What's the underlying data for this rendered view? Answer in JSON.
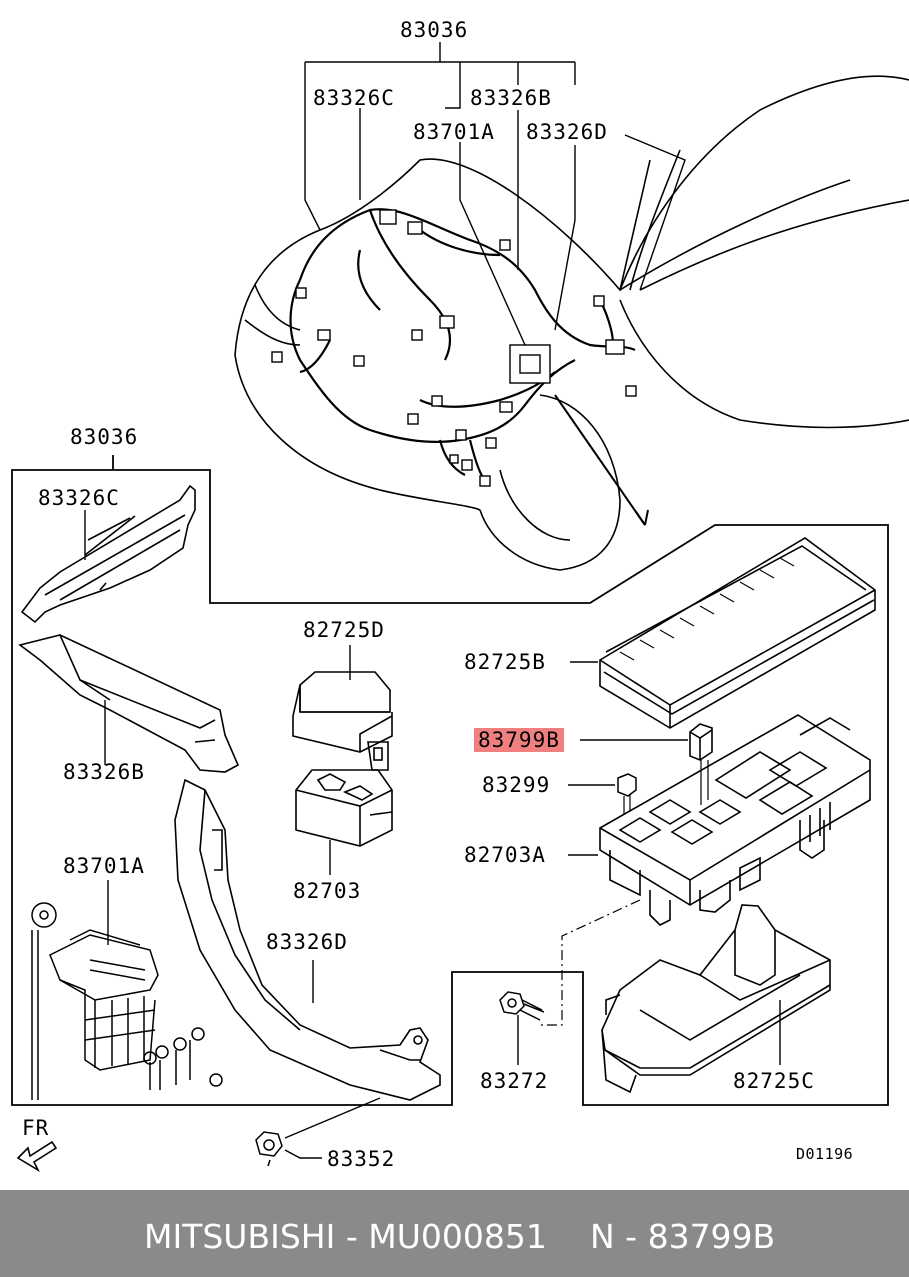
{
  "labels": {
    "top_assembly": "83036",
    "top_c": "83326C",
    "top_b": "83326B",
    "top_a": "83701A",
    "top_d": "83326D",
    "box_assembly": "83036",
    "box_c": "83326C",
    "box_b": "83326B",
    "box_a": "83701A",
    "box_d": "83326D",
    "relay_cover": "82725D",
    "relay": "82703",
    "fuse_cover": "82725B",
    "fuse_highlight": "83799B",
    "fuse_small": "83299",
    "fuse_block": "82703A",
    "bolt": "83272",
    "lower_cover": "82725C",
    "nut": "83352",
    "front_indicator": "FR",
    "drawing_code": "D01196"
  },
  "footer": {
    "brand_part": "MITSUBISHI - MU000851",
    "ref_part": "N - 83799B"
  },
  "colors": {
    "highlight": "#f08080",
    "footer_bg": "#8a8a8a",
    "footer_text": "#ffffff",
    "line": "#000000"
  }
}
